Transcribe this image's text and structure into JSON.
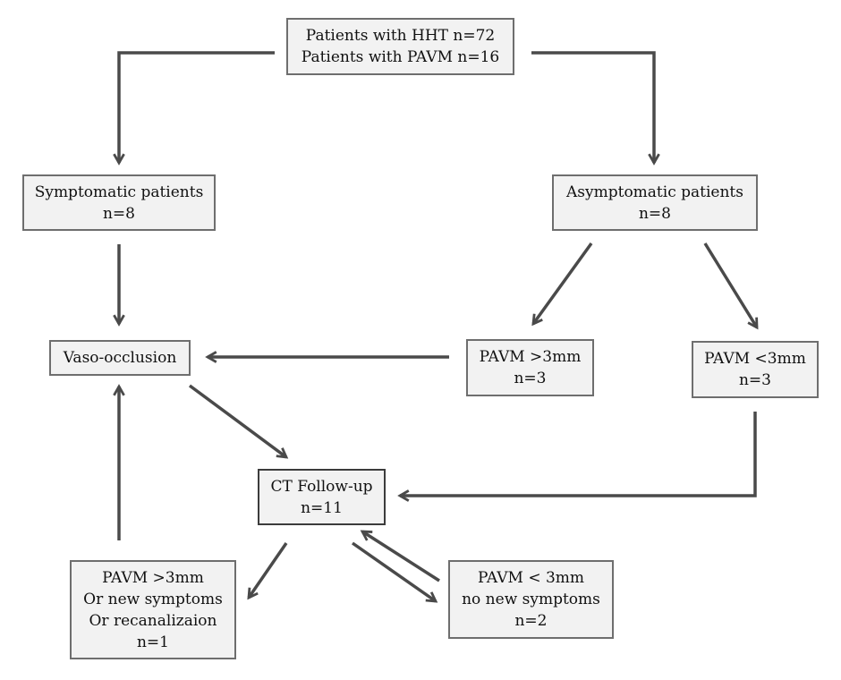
{
  "nodes": {
    "root": {
      "lines": [
        "Patients with HHT  n=72",
        "Patients with PAVM  n=16"
      ]
    },
    "symptomatic": {
      "lines": [
        "Symptomatic patients",
        "n=8"
      ]
    },
    "asymptomatic": {
      "lines": [
        "Asymptomatic patients",
        "n=8"
      ]
    },
    "vaso_occlusion": {
      "lines": [
        "Vaso-occlusion"
      ]
    },
    "pavm_gt3": {
      "lines": [
        "PAVM >3mm",
        "n=3"
      ]
    },
    "pavm_lt3": {
      "lines": [
        "PAVM <3mm",
        "n=3"
      ]
    },
    "ct_followup": {
      "lines": [
        "CT Follow-up",
        "n=11"
      ]
    },
    "followup_bad": {
      "lines": [
        "PAVM >3mm",
        "Or new symptoms",
        "Or recanalizaion",
        "n=1"
      ]
    },
    "followup_stable": {
      "lines": [
        "PAVM < 3mm",
        "no new symptoms",
        "n=2"
      ]
    }
  },
  "colors": {
    "box_fill": "#f2f2f2",
    "box_border": "#6e6e6e",
    "arrow": "#4a4a4a"
  }
}
